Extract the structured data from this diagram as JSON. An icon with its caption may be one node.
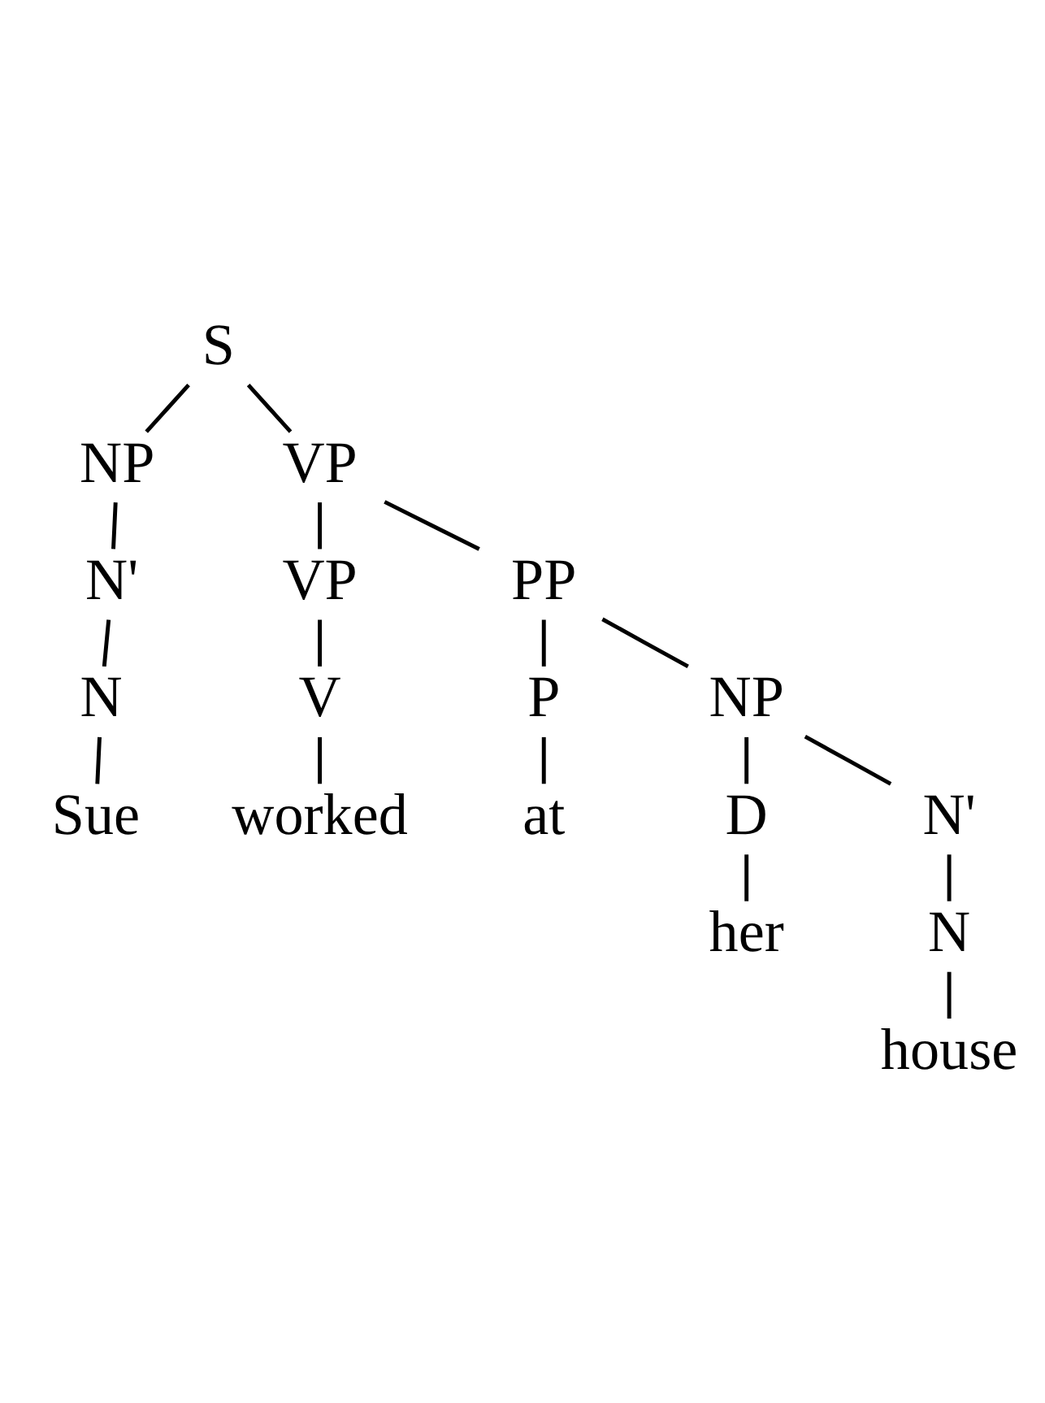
{
  "diagram": {
    "nodes": [
      {
        "text": [
          "S"
        ]
      },
      {
        "text": [
          "NP"
        ]
      },
      {
        "text": [
          "N'"
        ]
      },
      {
        "text": [
          "N"
        ]
      },
      {
        "text": [
          "Sue"
        ]
      },
      {
        "text": [
          "VP"
        ]
      },
      {
        "text": [
          "VP"
        ]
      },
      {
        "text": [
          "V"
        ]
      },
      {
        "text": [
          "worked"
        ]
      },
      {
        "text": [
          "PP"
        ]
      },
      {
        "text": [
          "P"
        ]
      },
      {
        "text": [
          "at"
        ]
      },
      {
        "text": [
          "NP"
        ]
      },
      {
        "text": [
          "D"
        ]
      },
      {
        "text": [
          "her"
        ]
      },
      {
        "text": [
          "N'"
        ]
      },
      {
        "text": [
          "N"
        ]
      },
      {
        "text": [
          "house"
        ]
      }
    ],
    "edges": [
      {
        "from": 0,
        "to": 1,
        "arrow": "none"
      },
      {
        "from": 1,
        "to": 2,
        "arrow": "none"
      },
      {
        "from": 2,
        "to": 3,
        "arrow": "none"
      },
      {
        "from": 3,
        "to": 4,
        "arrow": "none"
      },
      {
        "from": 0,
        "to": 5,
        "arrow": "none"
      },
      {
        "from": 5,
        "to": 6,
        "arrow": "none"
      },
      {
        "from": 6,
        "to": 7,
        "arrow": "none"
      },
      {
        "from": 7,
        "to": 8,
        "arrow": "none"
      },
      {
        "from": 5,
        "to": 9,
        "arrow": "none"
      },
      {
        "from": 9,
        "to": 10,
        "arrow": "none"
      },
      {
        "from": 10,
        "to": 11,
        "arrow": "none"
      },
      {
        "from": 9,
        "to": 12,
        "arrow": "none"
      },
      {
        "from": 12,
        "to": 13,
        "arrow": "none"
      },
      {
        "from": 13,
        "to": 14,
        "arrow": "none"
      },
      {
        "from": 12,
        "to": 15,
        "arrow": "none"
      },
      {
        "from": 15,
        "to": 16,
        "arrow": "none"
      },
      {
        "from": 16,
        "to": 17,
        "arrow": "none"
      }
    ]
  }
}
